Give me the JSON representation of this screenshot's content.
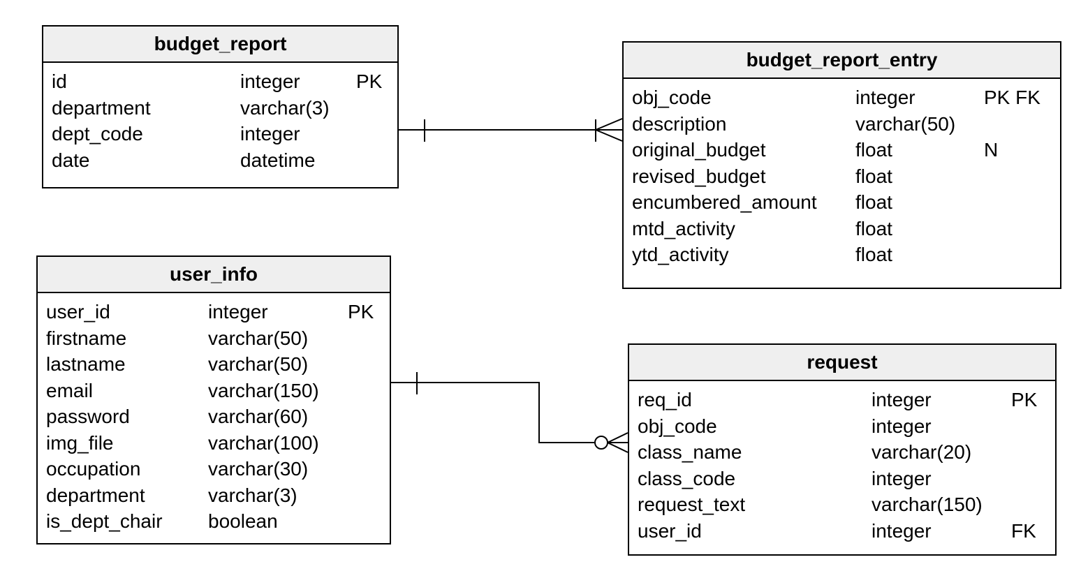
{
  "tables": {
    "budget_report": {
      "name": "budget_report",
      "columns": [
        {
          "name": "id",
          "type": "integer",
          "key": "PK"
        },
        {
          "name": "department",
          "type": "varchar(3)",
          "key": ""
        },
        {
          "name": "dept_code",
          "type": "integer",
          "key": ""
        },
        {
          "name": "date",
          "type": "datetime",
          "key": ""
        }
      ]
    },
    "budget_report_entry": {
      "name": "budget_report_entry",
      "columns": [
        {
          "name": "obj_code",
          "type": "integer",
          "key": "PK FK"
        },
        {
          "name": "description",
          "type": "varchar(50)",
          "key": ""
        },
        {
          "name": "original_budget",
          "type": "float",
          "key": "N"
        },
        {
          "name": "revised_budget",
          "type": "float",
          "key": ""
        },
        {
          "name": "encumbered_amount",
          "type": "float",
          "key": ""
        },
        {
          "name": "mtd_activity",
          "type": "float",
          "key": ""
        },
        {
          "name": "ytd_activity",
          "type": "float",
          "key": ""
        }
      ]
    },
    "user_info": {
      "name": "user_info",
      "columns": [
        {
          "name": "user_id",
          "type": "integer",
          "key": "PK"
        },
        {
          "name": "firstname",
          "type": "varchar(50)",
          "key": ""
        },
        {
          "name": "lastname",
          "type": "varchar(50)",
          "key": ""
        },
        {
          "name": "email",
          "type": "varchar(150)",
          "key": ""
        },
        {
          "name": "password",
          "type": "varchar(60)",
          "key": ""
        },
        {
          "name": "img_file",
          "type": "varchar(100)",
          "key": ""
        },
        {
          "name": "occupation",
          "type": "varchar(30)",
          "key": ""
        },
        {
          "name": "department",
          "type": "varchar(3)",
          "key": ""
        },
        {
          "name": "is_dept_chair",
          "type": "boolean",
          "key": ""
        }
      ]
    },
    "request": {
      "name": "request",
      "columns": [
        {
          "name": "req_id",
          "type": "integer",
          "key": "PK"
        },
        {
          "name": "obj_code",
          "type": "integer",
          "key": ""
        },
        {
          "name": "class_name",
          "type": "varchar(20)",
          "key": ""
        },
        {
          "name": "class_code",
          "type": "integer",
          "key": ""
        },
        {
          "name": "request_text",
          "type": "varchar(150)",
          "key": ""
        },
        {
          "name": "user_id",
          "type": "integer",
          "key": "FK"
        }
      ]
    }
  },
  "relationships": [
    {
      "from": "budget_report",
      "to": "budget_report_entry",
      "from_cardinality": "one",
      "to_cardinality": "one-or-many"
    },
    {
      "from": "user_info",
      "to": "request",
      "from_cardinality": "one",
      "to_cardinality": "zero-or-many"
    }
  ],
  "colors": {
    "header_fill": "#efefef",
    "line": "#000000",
    "background": "#ffffff"
  }
}
